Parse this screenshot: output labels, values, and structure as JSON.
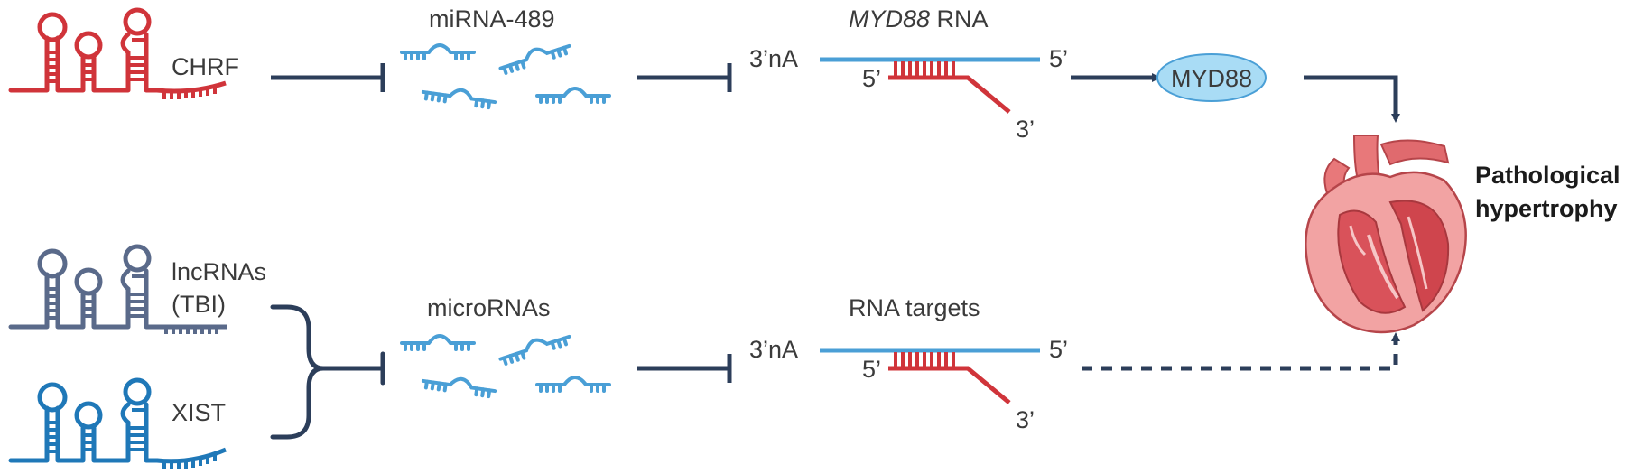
{
  "top": {
    "lnc_label": "CHRF",
    "mirna_label": "miRNA-489",
    "target_gene": "MYD88",
    "target_suffix": " RNA",
    "protein_label": "MYD88",
    "three_prime_tail": "3’nA",
    "five_prime_end": "5’",
    "mirna_five": "5’",
    "mirna_three": "3’"
  },
  "bottom": {
    "lnc_label_1": "lncRNAs",
    "lnc_label_2": "(TBI)",
    "xist_label": "XIST",
    "mirna_label": "microRNAs",
    "target_label": "RNA targets",
    "three_prime_tail": "3’nA",
    "five_prime_end": "5’",
    "mirna_five": "5’",
    "mirna_three": "3’"
  },
  "outcome": {
    "line1": "Pathological",
    "line2": "hypertrophy"
  },
  "colors": {
    "chrf": "#d0343a",
    "lnc_gray": "#5a6a8a",
    "xist": "#1f78b8",
    "mirna": "#4a9fd6",
    "arrow": "#2c3e5a",
    "mrna": "#4a9fd6",
    "protein_fill": "#a9dcf5"
  },
  "icons": [
    "heart-icon",
    "hairpin-rna-icon",
    "mirna-strand-icon"
  ]
}
